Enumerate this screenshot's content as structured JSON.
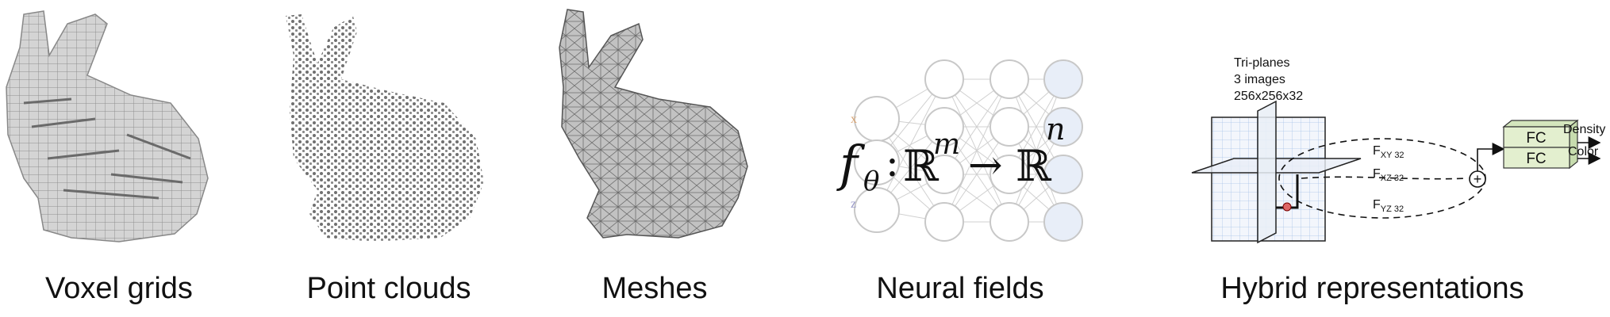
{
  "panels": [
    {
      "caption": "Voxel grids",
      "icon": "voxel-bunny"
    },
    {
      "caption": "Point clouds",
      "icon": "pointcloud-bunny"
    },
    {
      "caption": "Meshes",
      "icon": "mesh-bunny"
    },
    {
      "caption": "Neural fields",
      "icon": "neural-network"
    },
    {
      "caption": "Hybrid representations",
      "icon": "triplane-diagram"
    }
  ],
  "neural": {
    "formula": {
      "f": "f",
      "sub": "θ",
      "colon": ":",
      "R1": "ℝ",
      "m": "m",
      "arrow": "→",
      "R2": "ℝ",
      "n": "n"
    },
    "input_labels": [
      "x",
      "z"
    ]
  },
  "hybrid": {
    "triplane_title": [
      "Tri-planes",
      "3 images",
      "256x256x32"
    ],
    "features": [
      {
        "name": "F",
        "sub": "XY 32"
      },
      {
        "name": "F",
        "sub": "XZ 32"
      },
      {
        "name": "F",
        "sub": "YZ 32"
      }
    ],
    "sum_symbol": "+",
    "fc_labels": [
      "FC",
      "FC"
    ],
    "outputs": [
      "Density",
      "Color"
    ]
  },
  "colors": {
    "voxel": "#cfcfcf",
    "mesh": "#b9b9b9",
    "points": "#6f6f6f",
    "fc_fill": "#e3efcf",
    "node_fill_out": "#e8eef8",
    "grid_blue": "#a9c4e8",
    "plane_fill": "#eef3fb"
  }
}
